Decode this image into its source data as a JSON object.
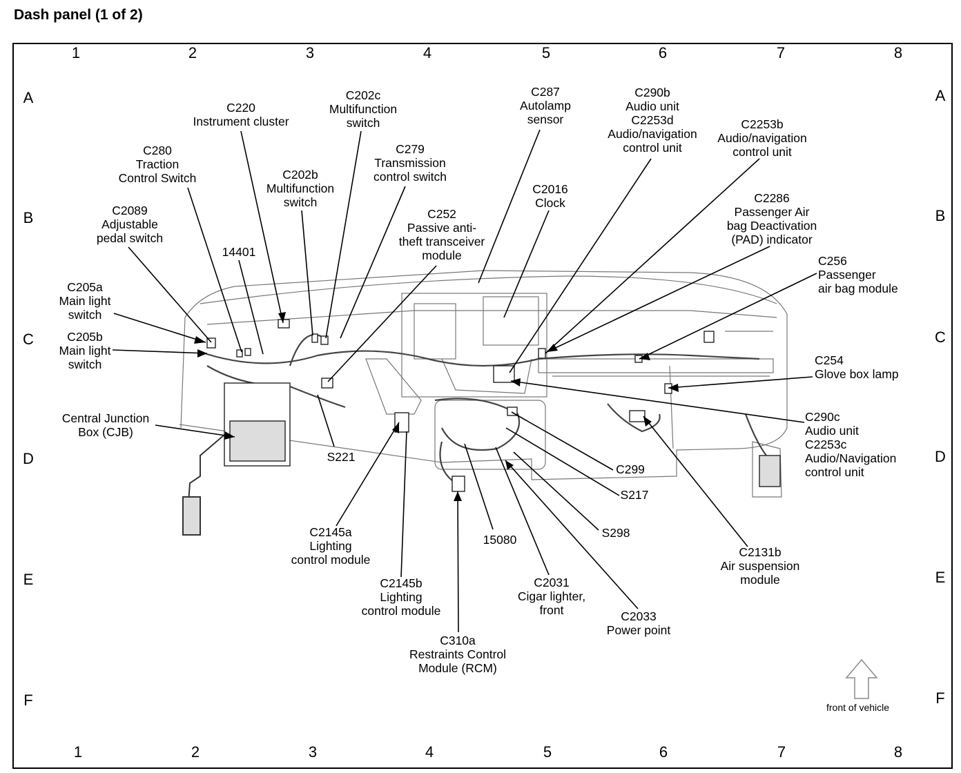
{
  "title": "Dash panel (1 of 2)",
  "grid": {
    "columns": [
      "1",
      "2",
      "3",
      "4",
      "5",
      "6",
      "7",
      "8"
    ],
    "rows": [
      "A",
      "B",
      "C",
      "D",
      "E",
      "F"
    ]
  },
  "components": [
    {
      "id": "c220",
      "lines": [
        "C220",
        "Instrument cluster"
      ]
    },
    {
      "id": "c202c",
      "lines": [
        "C202c",
        "Multifunction",
        "switch"
      ]
    },
    {
      "id": "c287",
      "lines": [
        "C287",
        "Autolamp",
        "sensor"
      ]
    },
    {
      "id": "c290b",
      "lines": [
        "C290b",
        "Audio unit",
        "C2253d",
        "Audio/navigation",
        "control unit"
      ]
    },
    {
      "id": "c2253b",
      "lines": [
        "C2253b",
        "Audio/navigation",
        "control unit"
      ]
    },
    {
      "id": "c280",
      "lines": [
        "C280",
        "Traction",
        "Control Switch"
      ]
    },
    {
      "id": "c279",
      "lines": [
        "C279",
        "Transmission",
        "control switch"
      ]
    },
    {
      "id": "c2016",
      "lines": [
        "C2016",
        "Clock"
      ]
    },
    {
      "id": "c202b",
      "lines": [
        "C202b",
        "Multifunction",
        "switch"
      ]
    },
    {
      "id": "c2286",
      "lines": [
        "C2286",
        "Passenger Air",
        "bag Deactivation",
        "(PAD) indicator"
      ]
    },
    {
      "id": "c2089",
      "lines": [
        "C2089",
        "Adjustable",
        "pedal switch"
      ]
    },
    {
      "id": "c252",
      "lines": [
        "C252",
        "Passive anti-",
        "theft transceiver",
        "module"
      ]
    },
    {
      "id": "p14401",
      "lines": [
        "14401"
      ]
    },
    {
      "id": "c256",
      "lines": [
        "C256",
        "Passenger",
        "air bag module"
      ]
    },
    {
      "id": "c205a",
      "lines": [
        "C205a",
        "Main light",
        "switch"
      ]
    },
    {
      "id": "c205b",
      "lines": [
        "C205b",
        "Main light",
        "switch"
      ]
    },
    {
      "id": "c254",
      "lines": [
        "C254",
        "Glove box lamp"
      ]
    },
    {
      "id": "cjb",
      "lines": [
        "Central Junction",
        "Box (CJB)"
      ]
    },
    {
      "id": "c290c",
      "lines": [
        "C290c",
        "Audio unit",
        "C2253c",
        "Audio/Navigation",
        "control unit"
      ]
    },
    {
      "id": "s221",
      "lines": [
        "S221"
      ]
    },
    {
      "id": "c299",
      "lines": [
        "C299"
      ]
    },
    {
      "id": "s217",
      "lines": [
        "S217"
      ]
    },
    {
      "id": "c2145a",
      "lines": [
        "C2145a",
        "Lighting",
        "control module"
      ]
    },
    {
      "id": "p15080",
      "lines": [
        "15080"
      ]
    },
    {
      "id": "s298",
      "lines": [
        "S298"
      ]
    },
    {
      "id": "c2131b",
      "lines": [
        "C2131b",
        "Air suspension",
        "module"
      ]
    },
    {
      "id": "c2145b",
      "lines": [
        "C2145b",
        "Lighting",
        "control module"
      ]
    },
    {
      "id": "c2031",
      "lines": [
        "C2031",
        "Cigar lighter,",
        "front"
      ]
    },
    {
      "id": "c2033",
      "lines": [
        "C2033",
        "Power point"
      ]
    },
    {
      "id": "c310a",
      "lines": [
        "C310a",
        "Restraints Control",
        "Module (RCM)"
      ]
    }
  ],
  "front_of_vehicle": "front of vehicle"
}
